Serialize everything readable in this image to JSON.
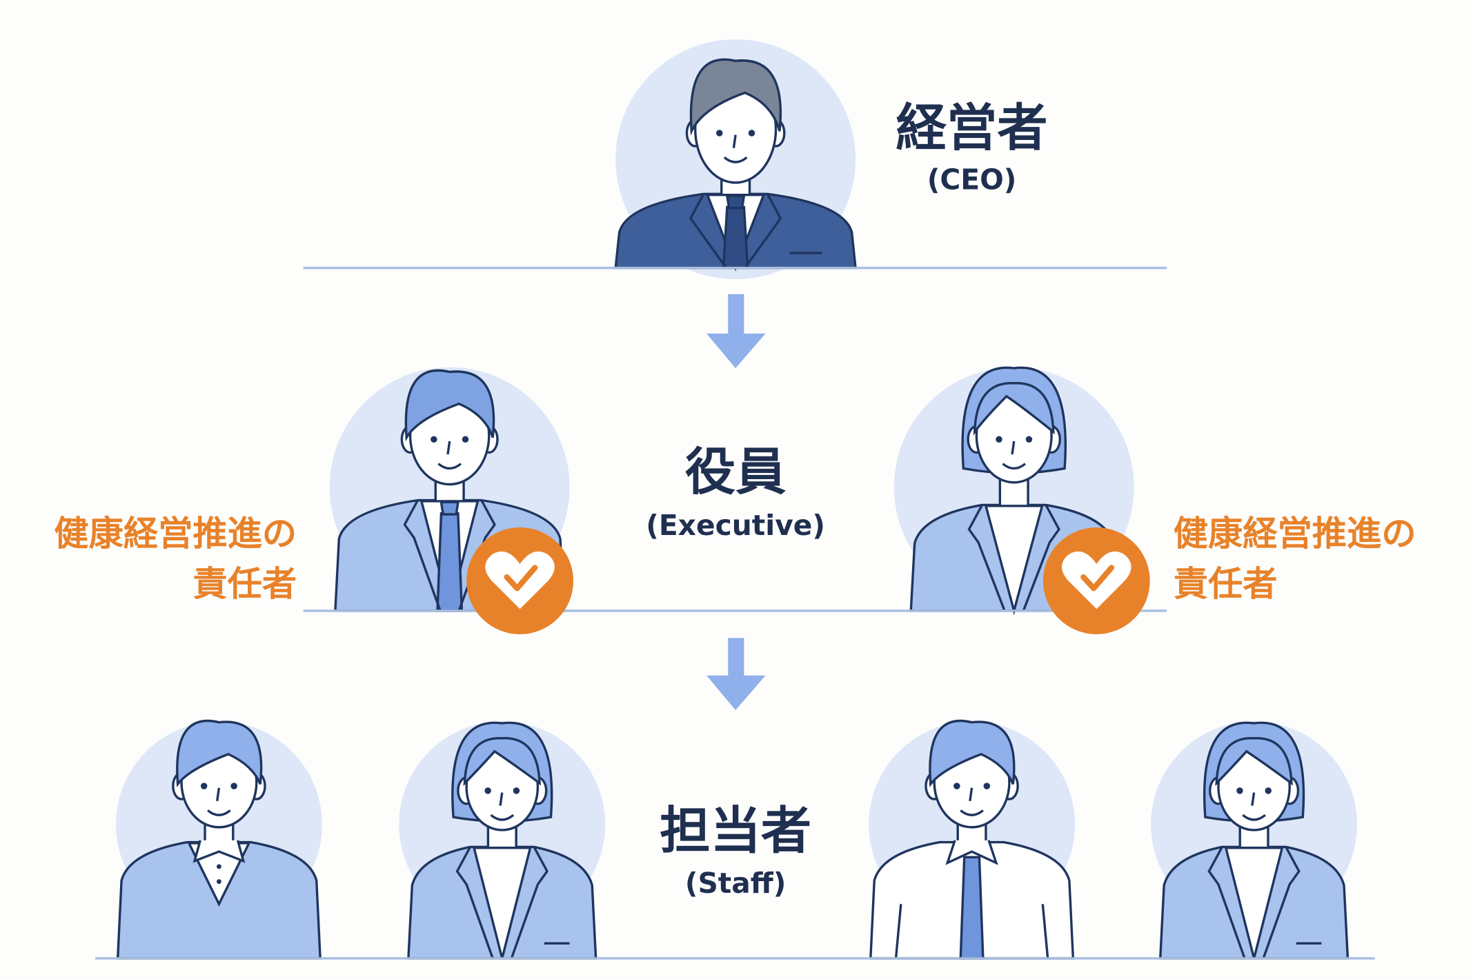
{
  "levels": {
    "ceo": {
      "title": "経営者",
      "subtitle": "(CEO)"
    },
    "executive": {
      "title": "役員",
      "subtitle": "(Executive)"
    },
    "staff": {
      "title": "担当者",
      "subtitle": "(Staff)"
    }
  },
  "health_officer": {
    "line1": "健康経営推進の",
    "line2": "責任者"
  },
  "icons": {
    "badge": "heart-check-icon",
    "arrow": "arrow-down-icon"
  },
  "colors": {
    "accent_orange": "#e8822a",
    "text_navy": "#1f2f4f",
    "circle_bg": "#dde7f7",
    "arrow_blue": "#8fb0ea",
    "line": "#a9bedf"
  }
}
